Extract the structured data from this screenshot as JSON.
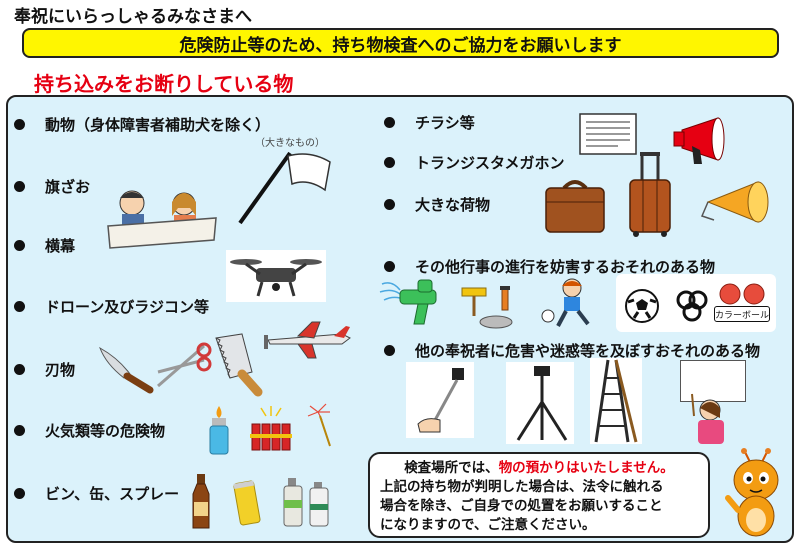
{
  "header": {
    "greeting": "奉祝にいらっしゃるみなさまへ",
    "banner": "危険防止等のため、持ち物検査へのご協力をお願いします",
    "heading": "持ち込みをお断りしている物"
  },
  "left_items": [
    {
      "label": "動物（身体障害者補助犬を除く）"
    },
    {
      "label": "旗ざお"
    },
    {
      "label": "横幕"
    },
    {
      "label": "ドローン及びラジコン等"
    },
    {
      "label": "刃物"
    },
    {
      "label": "火気類等の危険物"
    },
    {
      "label": "ビン、缶、スプレー"
    }
  ],
  "right_items": [
    {
      "label": "チラシ等"
    },
    {
      "label": "トランジスタメガホン"
    },
    {
      "label": "大きな荷物"
    },
    {
      "label": "その他行事の進行を妨害するおそれのある物"
    },
    {
      "label": "他の奉祝者に危害や迷惑等を及ぼすおそれのある物"
    }
  ],
  "flag_note": "（大きなもの）",
  "colorball_label": "カラーボール",
  "notice": {
    "line1_prefix": "検査場所では、",
    "line1_red": "物の預かりはいたしません。",
    "line2": "上記の持ち物が判明した場合は、法令に触れる",
    "line3": "場合を除き、ご自身での処置をお願いすること",
    "line4": "になりますので、ご注意ください。"
  },
  "colors": {
    "banner_bg": "#fff600",
    "heading_red": "#e60012",
    "panel_bg": "#dbf2fb"
  },
  "icons": [
    "flag-icon",
    "people-holding-banner-icon",
    "drone-icon",
    "rc-airplane-icon",
    "knife-icon",
    "scissors-icon",
    "saw-icon",
    "lighter-icon",
    "firecracker-icon",
    "sparkler-icon",
    "bottle-icon",
    "can-icon",
    "spray-can-icon",
    "flyer-icon",
    "megaphone-icon",
    "bag-icon",
    "suitcase-icon",
    "horn-icon",
    "water-gun-icon",
    "paint-tools-icon",
    "kid-playing-icon",
    "soccer-ball-icon",
    "color-ball-icon",
    "selfie-stick-icon",
    "tripod-icon",
    "ladder-icon",
    "person-with-sign-icon",
    "mascot-icon"
  ]
}
